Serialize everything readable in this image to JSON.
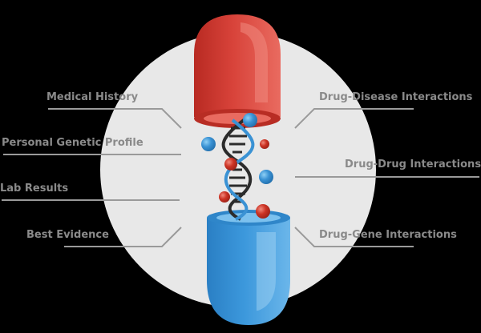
{
  "labels": {
    "left": [
      {
        "key": "medical",
        "text": "Medical History"
      },
      {
        "key": "genetic",
        "text": "Personal Genetic Profile"
      },
      {
        "key": "lab",
        "text": "Lab Results"
      },
      {
        "key": "evidence",
        "text": "Best Evidence"
      }
    ],
    "right": [
      {
        "key": "drug_disease",
        "text": "Drug-Disease Interactions"
      },
      {
        "key": "drug_drug",
        "text": "Drug-Drug Interactions"
      },
      {
        "key": "drug_gene",
        "text": "Drug-Gene Interactions"
      }
    ]
  },
  "colors": {
    "background": "#000000",
    "circle": "#e8e8e8",
    "label_text": "#8a8a8a",
    "connector_line": "#9a9a9a",
    "capsule_top": "#d33b31",
    "capsule_bottom": "#3a95d8",
    "molecule_red": "#cc3324",
    "molecule_blue": "#3a92d4",
    "dna_dark": "#2b2b2b",
    "dna_blue": "#3a92d4"
  },
  "icons": [
    "pill-capsule-icon",
    "dna-helix-icon",
    "molecule-icon"
  ]
}
